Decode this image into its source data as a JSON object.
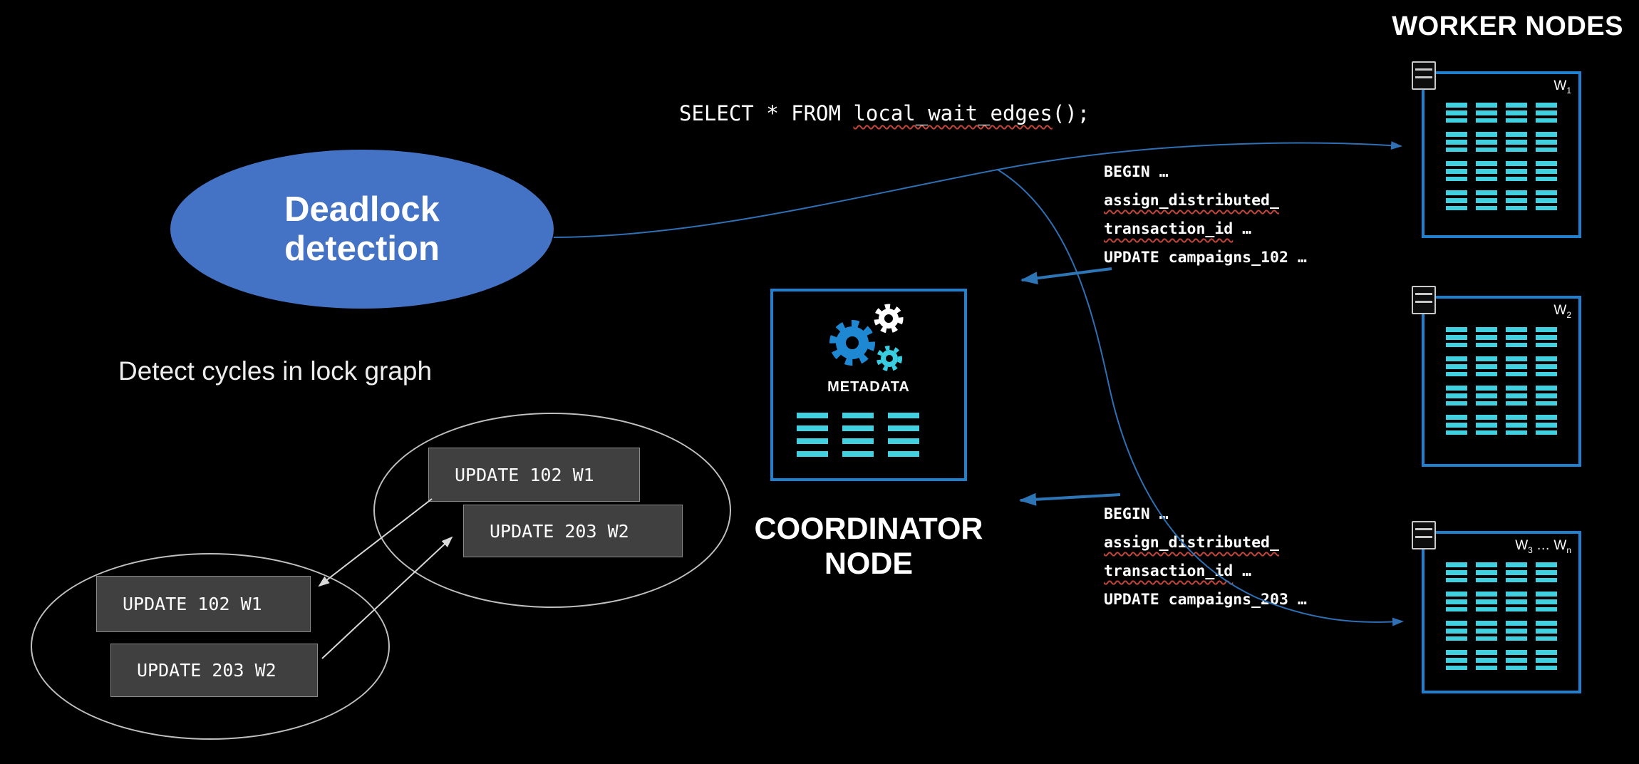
{
  "header": {
    "worker_nodes": "WORKER NODES"
  },
  "sql_query": {
    "prefix": "SELECT * FROM ",
    "function_name": "local_wait_edges",
    "suffix": "();"
  },
  "deadlock": {
    "line1": "Deadlock",
    "line2": "detection"
  },
  "subtitle": "Detect cycles in lock graph",
  "lock_graph": {
    "upper_boxes": [
      "UPDATE 102 W1",
      "UPDATE 203 W2"
    ],
    "lower_boxes": [
      "UPDATE 102 W1",
      "UPDATE 203 W2"
    ]
  },
  "coordinator": {
    "metadata": "METADATA",
    "line1": "COORDINATOR",
    "line2": "NODE"
  },
  "workers": [
    {
      "label_parts": [
        {
          "t": "W"
        },
        {
          "t": "1",
          "sub": true
        }
      ]
    },
    {
      "label_parts": [
        {
          "t": "W"
        },
        {
          "t": "2",
          "sub": true
        }
      ]
    },
    {
      "label_parts": [
        {
          "t": "W"
        },
        {
          "t": "3",
          "sub": true
        },
        {
          "t": " … W"
        },
        {
          "t": "n",
          "sub": true
        }
      ]
    }
  ],
  "worker_table_grid": {
    "cols": 4,
    "rows": 4
  },
  "coordinator_table_grid": {
    "cols": 3,
    "rows": 4
  },
  "tx_blocks": [
    {
      "lines": [
        [
          {
            "t": "BEGIN …"
          }
        ],
        [
          {
            "t": "assign_distributed_",
            "u": true
          }
        ],
        [
          {
            "t": "transaction_id",
            "u": true
          },
          {
            "t": " …"
          }
        ],
        [
          {
            "t": "UPDATE campaigns_102 …"
          }
        ]
      ]
    },
    {
      "lines": [
        [
          {
            "t": "BEGIN …"
          }
        ],
        [
          {
            "t": "assign_distributed_",
            "u": true
          }
        ],
        [
          {
            "t": "transaction_id",
            "u": true
          },
          {
            "t": " …"
          }
        ],
        [
          {
            "t": "UPDATE campaigns_203 …"
          }
        ]
      ]
    }
  ],
  "colors": {
    "accent_blue": "#2e75b6",
    "line_blue": "#2f6fb3",
    "cyan": "#40d0e0",
    "ellipse_fill": "#4472c4",
    "box_gray": "#404040",
    "underline_red": "#c0453a",
    "border_blue": "#2080d0",
    "white_line": "#d9d9d9",
    "gear_blue": "#1e88d2",
    "gear_cyan": "#38cde0"
  }
}
